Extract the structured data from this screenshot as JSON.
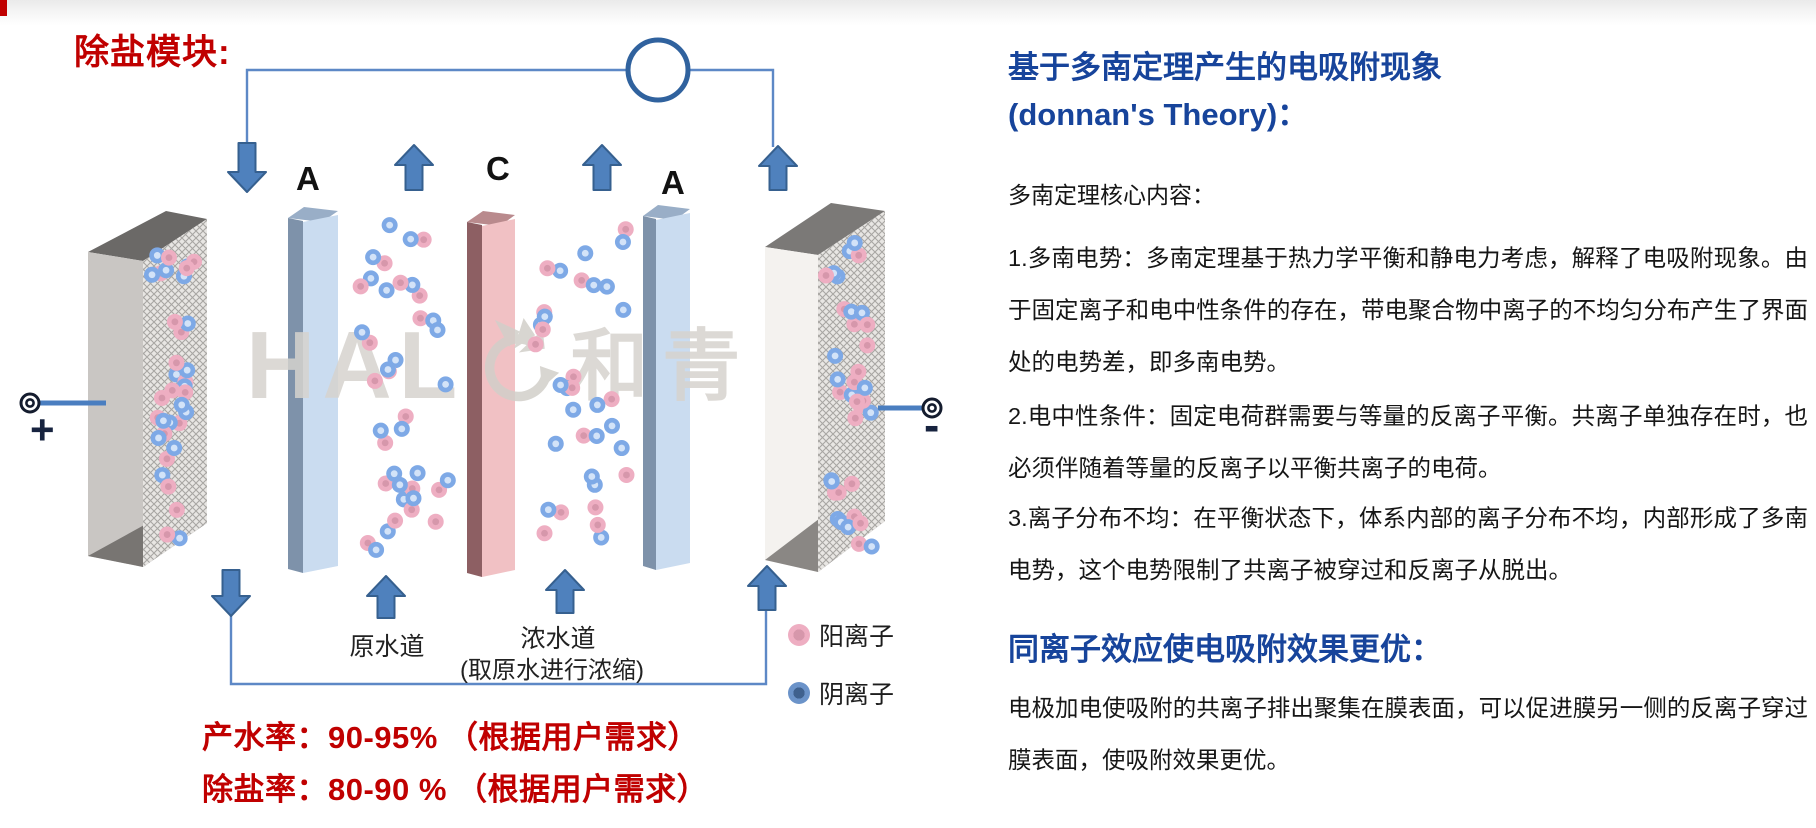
{
  "page": {
    "marker_title": "除盐模块:"
  },
  "diagram": {
    "membrane_labels": [
      "A",
      "C",
      "A"
    ],
    "terminals": {
      "positive": "+",
      "negative": "-"
    },
    "channels": {
      "raw_water": "原水道",
      "concentrate_water": "浓水道",
      "concentrate_note": "(取原水进行浓缩)"
    },
    "legend": [
      {
        "label": "阳离子",
        "color": "#eeaec2"
      },
      {
        "label": "阴离子",
        "color": "#6b93c9"
      }
    ],
    "stats": [
      "产水率：90-95% （根据用户需求）",
      "除盐率：80-90 % （根据用户需求）"
    ],
    "watermark": {
      "latin": "HAL",
      "cjk": "和青"
    }
  },
  "panel": {
    "heading1_line1": "基于多南定理产生的电吸附现象",
    "heading1_line2": "(donnan's Theory)：",
    "subtitle": "多南定理核心内容：",
    "paragraph1": "1.多南电势：多南定理基于热力学平衡和静电力考虑，解释了电吸附现象。由于固定离子和电中性条件的存在，带电聚合物中离子的不均匀分布产生了界面处的电势差，即多南电势。",
    "paragraph2": "2.电中性条件：固定电荷群需要与等量的反离子平衡。共离子单独存在时，也必须伴随着等量的反离子以平衡共离子的电荷。",
    "paragraph3": "3.离子分布不均：在平衡状态下，体系内部的离子分布不均，内部形成了多南电势，这个电势限制了共离子被穿过和反离子从脱出。",
    "heading2": "同离子效应使电吸附效果更优：",
    "body2": "电极加电使吸附的共离子排出聚集在膜表面，可以促进膜另一侧的反离子穿过膜表面，使吸附效果更优。"
  },
  "colors": {
    "accent_red": "#c00000",
    "heading_blue": "#17449b",
    "arrow_fill": "#4f81bd",
    "arrow_stroke": "#36608f",
    "wire_blue": "#5d88c6",
    "membrane_a_face": "#cadcf0",
    "membrane_a_edge": "#7e92aa",
    "membrane_c_face": "#f1c1c4",
    "membrane_c_edge": "#8d5f63",
    "ion_blue": "#7ea9e6",
    "ion_blue_center": "#d3e3f8",
    "ion_pink": "#eeaec2",
    "ion_pink_center": "#d697ab",
    "watermark_gray": "#d6d3ce"
  }
}
